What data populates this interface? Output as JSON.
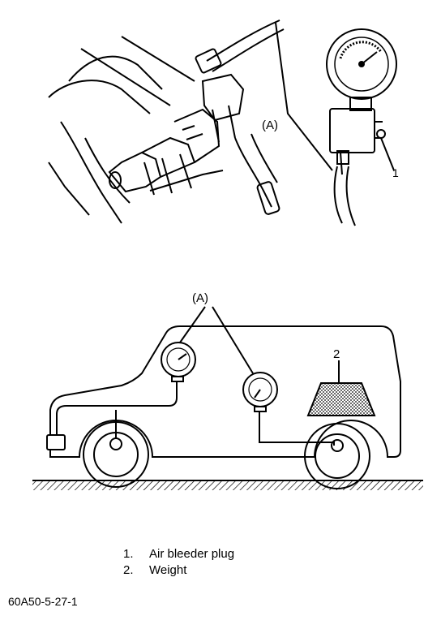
{
  "top_figure": {
    "label_gauge": "(A)",
    "label_bleeder": "1"
  },
  "bottom_figure": {
    "label_gauges": "(A)",
    "label_weight": "2"
  },
  "legend": [
    {
      "num": "1.",
      "text": "Air bleeder plug"
    },
    {
      "num": "2.",
      "text": "Weight"
    }
  ],
  "figure_code": "60A50-5-27-1"
}
